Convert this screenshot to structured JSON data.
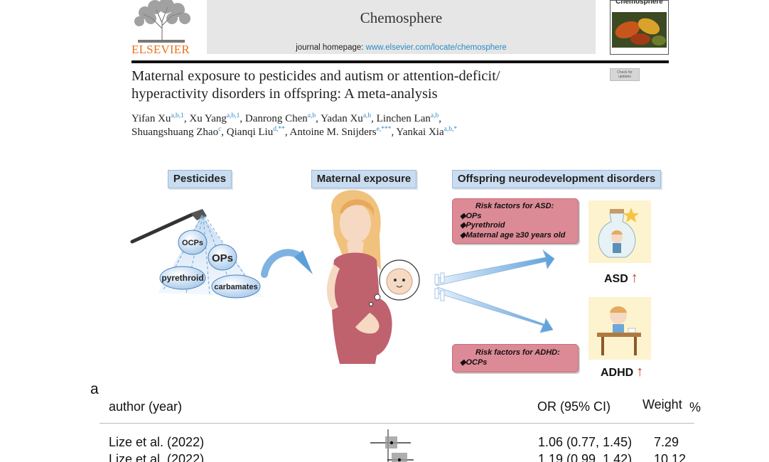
{
  "header": {
    "publisher": "ELSEVIER",
    "journal_name": "Chemosphere",
    "homepage_label": "journal homepage:",
    "homepage_url": "www.elsevier.com/locate/chemosphere",
    "cover_title": "Chemosphere",
    "check_updates": "Check for updates"
  },
  "article": {
    "title_line1": "Maternal exposure to pesticides and autism or attention-deficit/",
    "title_line2": "hyperactivity disorders in offspring: A meta-analysis",
    "authors": [
      {
        "name": "Yifan Xu",
        "sup": "a,b,1",
        "sep": ", "
      },
      {
        "name": "Xu Yang",
        "sup": "a,b,1",
        "sep": ", "
      },
      {
        "name": "Danrong Chen",
        "sup": "a,b",
        "sep": ", "
      },
      {
        "name": "Yadan Xu",
        "sup": "a,b",
        "sep": ", "
      },
      {
        "name": "Linchen Lan",
        "sup": "a,b",
        "sep": ","
      },
      {
        "name": "Shuangshuang Zhao",
        "sup": "c",
        "sep": ", "
      },
      {
        "name": "Qianqi Liu",
        "sup": "d,**",
        "sep": ", "
      },
      {
        "name": "Antoine M. Snijders",
        "sup": "e,***",
        "sep": ", "
      },
      {
        "name": "Yankai Xia",
        "sup": "a,b,*",
        "sep": ""
      }
    ]
  },
  "graphical_abstract": {
    "label_pesticides": "Pesticides",
    "label_maternal": "Maternal exposure",
    "label_offspring": "Offspring neurodevelopment disorders",
    "pesticide_ocps": "OCPs",
    "pesticide_ops": "OPs",
    "pesticide_pyrethroid": "pyrethroid",
    "pesticide_carbamates": "carbamates",
    "risk_asd_title": "Risk factors for ASD:",
    "risk_asd_items": [
      "◆OPs",
      "◆Pyrethroid",
      "◆Maternal age ≥30 years old"
    ],
    "risk_adhd_title": "Risk factors for ADHD:",
    "risk_adhd_items": [
      "◆OCPs"
    ],
    "outcome_asd": "ASD",
    "outcome_adhd": "ADHD",
    "up_arrow": "↑",
    "colors": {
      "label_bg": "#c9dcf0",
      "risk_bg": "#dc8a96",
      "arrow_blue": "#5b9fd9",
      "dress": "#c0616e"
    }
  },
  "forest_plot": {
    "panel": "a",
    "header_author": "author (year)",
    "header_or": "OR (95% CI)",
    "header_weight": "Weight",
    "header_pct": "%",
    "rows": [
      {
        "author": "Lize et al. (2022)",
        "or_ci": "1.06 (0.77, 1.45)",
        "weight": "7.29"
      },
      {
        "author": "Lize et al. (2022)",
        "or_ci": "1.19 (0.99, 1.42)",
        "weight": "10.12"
      }
    ]
  }
}
